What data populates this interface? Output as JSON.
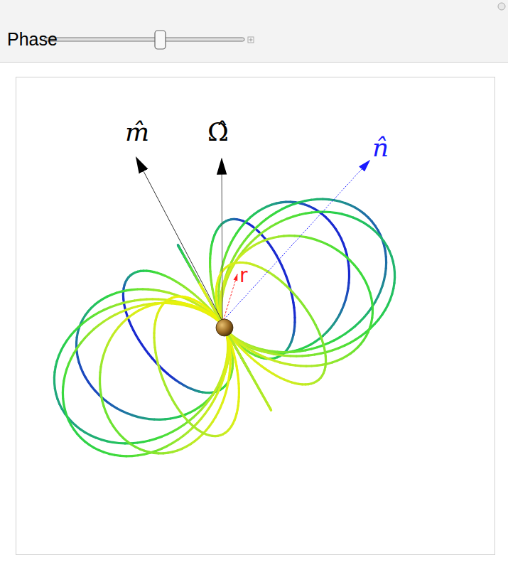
{
  "diagram": {
    "labels": [
      "Phase",
      "m̂",
      "Ω̂",
      "n̂",
      "r"
    ]
  }
}
